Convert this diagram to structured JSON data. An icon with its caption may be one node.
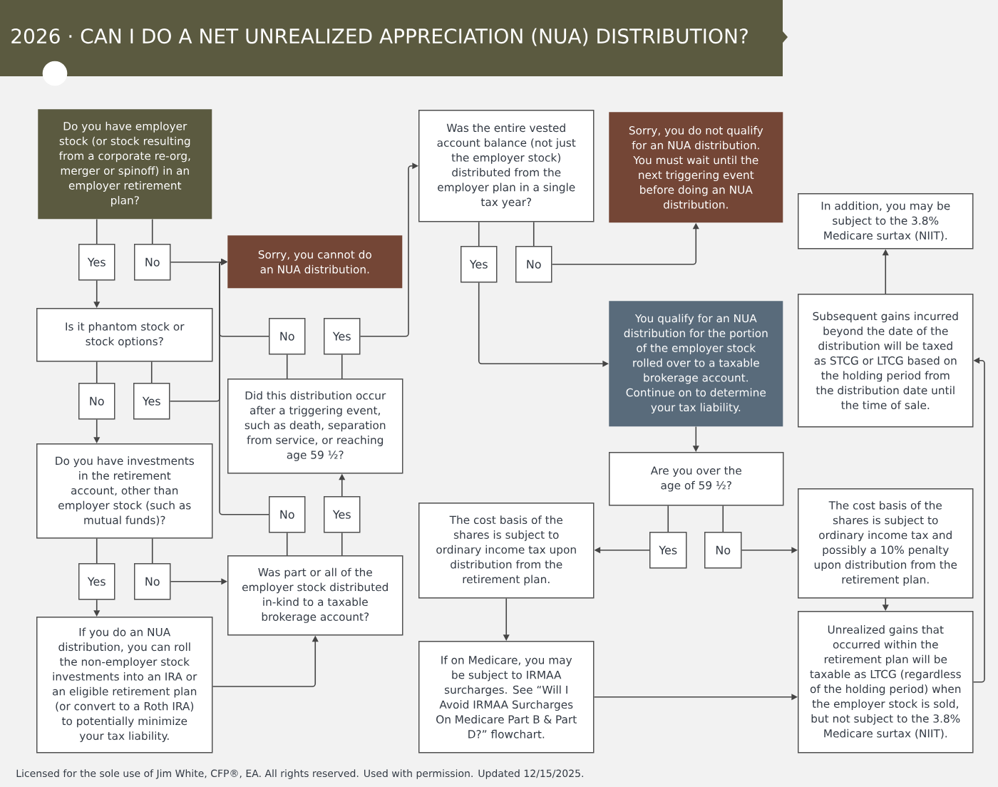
{
  "diagram": {
    "title": "2026 · CAN I DO A NET UNREALIZED APPRECIATION (NUA) DISTRIBUTION?",
    "nodes": [
      {
        "text": [
          "Do you have employer stock (or stock resulting from a corporate re-org, merger or spinoff) in an employer retirement plan?"
        ]
      },
      {
        "text": [
          "Yes"
        ]
      },
      {
        "text": [
          "No"
        ]
      },
      {
        "text": [
          "Is it phantom stock or stock options?"
        ]
      },
      {
        "text": [
          "No"
        ]
      },
      {
        "text": [
          "Yes"
        ]
      },
      {
        "text": [
          "Do you have investments in the retirement account, other than employer stock (such as mutual funds)?"
        ]
      },
      {
        "text": [
          "Yes"
        ]
      },
      {
        "text": [
          "No"
        ]
      },
      {
        "text": [
          "If you do an NUA distribution, you can roll the non-employer stock investments into an IRA or an eligible retirement plan (or convert to a Roth IRA) to potentially minimize your tax liability."
        ]
      },
      {
        "text": [
          "Sorry, you cannot do an NUA distribution."
        ]
      },
      {
        "text": [
          "No"
        ]
      },
      {
        "text": [
          "Yes"
        ]
      },
      {
        "text": [
          "Did this distribution occur after a triggering event, such as death, separation from service, or reaching age 59 ½?"
        ]
      },
      {
        "text": [
          "No"
        ]
      },
      {
        "text": [
          "Yes"
        ]
      },
      {
        "text": [
          "Was part or all of the employer stock distributed in-kind to a taxable brokerage account?"
        ]
      },
      {
        "text": [
          "Was the entire vested account balance (not just the employer stock) distributed from the employer plan in a single tax year?"
        ]
      },
      {
        "text": [
          "Yes"
        ]
      },
      {
        "text": [
          "No"
        ]
      },
      {
        "text": [
          "Sorry, you do not qualify for an NUA distribution. You must wait until the next triggering event before doing an NUA distribution."
        ]
      },
      {
        "text": [
          "You qualify for an NUA distribution for the portion of the employer stock rolled over to a taxable brokerage account. Continue on to determine your tax liability."
        ]
      },
      {
        "text": [
          "Are you over the age of 59 ½?"
        ]
      },
      {
        "text": [
          "Yes"
        ]
      },
      {
        "text": [
          "No"
        ]
      },
      {
        "text": [
          "The cost basis of the shares is subject to ordinary income tax upon distribution from the retirement plan."
        ]
      },
      {
        "text": [
          "If on Medicare, you may be subject to IRMAA surcharges. See “Will I Avoid IRMAA Surcharges On Medicare Part B & Part D?” flowchart."
        ]
      },
      {
        "text": [
          "The cost basis of the shares is subject to ordinary income tax and possibly a 10% penalty upon distribution from the retirement plan."
        ]
      },
      {
        "text": [
          "Unrealized gains that occurred within the retirement plan will be taxable as LTCG (regardless of the holding period) when the employer stock is sold, but not subject to the 3.8% Medicare surtax (NIIT)."
        ]
      },
      {
        "text": [
          "In addition, you may be subject to the 3.8% Medicare surtax (NIIT)."
        ]
      },
      {
        "text": [
          "Subsequent gains incurred beyond the date of the distribution will be taxed as STCG or LTCG based on the holding period from the distribution date until the time of sale."
        ]
      }
    ],
    "edges": [
      {
        "from": 0,
        "to": 1,
        "arrow": "none"
      },
      {
        "from": 0,
        "to": 2,
        "arrow": "none"
      },
      {
        "from": 1,
        "to": 3,
        "arrow": "to"
      },
      {
        "from": 2,
        "to": 10,
        "arrow": "to"
      },
      {
        "from": 3,
        "to": 4,
        "arrow": "none"
      },
      {
        "from": 3,
        "to": 5,
        "arrow": "none"
      },
      {
        "from": 4,
        "to": 6,
        "arrow": "to"
      },
      {
        "from": 5,
        "to": 10,
        "arrow": "to"
      },
      {
        "from": 6,
        "to": 7,
        "arrow": "none"
      },
      {
        "from": 6,
        "to": 8,
        "arrow": "none"
      },
      {
        "from": 7,
        "to": 9,
        "arrow": "to"
      },
      {
        "from": 8,
        "to": 16,
        "arrow": "to"
      },
      {
        "from": 9,
        "to": 16,
        "arrow": "to"
      },
      {
        "from": 16,
        "to": 14,
        "arrow": "none"
      },
      {
        "from": 16,
        "to": 15,
        "arrow": "none"
      },
      {
        "from": 14,
        "to": 10,
        "arrow": "to"
      },
      {
        "from": 15,
        "to": 13,
        "arrow": "to"
      },
      {
        "from": 13,
        "to": 11,
        "arrow": "none"
      },
      {
        "from": 13,
        "to": 12,
        "arrow": "none"
      },
      {
        "from": 11,
        "to": 10,
        "arrow": "to"
      },
      {
        "from": 12,
        "to": 17,
        "arrow": "to"
      },
      {
        "from": 17,
        "to": 18,
        "arrow": "none"
      },
      {
        "from": 17,
        "to": 19,
        "arrow": "none"
      },
      {
        "from": 18,
        "to": 21,
        "arrow": "to"
      },
      {
        "from": 19,
        "to": 20,
        "arrow": "to"
      },
      {
        "from": 21,
        "to": 22,
        "arrow": "to"
      },
      {
        "from": 22,
        "to": 23,
        "arrow": "none"
      },
      {
        "from": 22,
        "to": 24,
        "arrow": "none"
      },
      {
        "from": 23,
        "to": 25,
        "arrow": "to"
      },
      {
        "from": 24,
        "to": 27,
        "arrow": "to"
      },
      {
        "from": 25,
        "to": 26,
        "arrow": "to"
      },
      {
        "from": 26,
        "to": 28,
        "arrow": "to"
      },
      {
        "from": 27,
        "to": 28,
        "arrow": "to"
      },
      {
        "from": 28,
        "to": 30,
        "arrow": "to"
      },
      {
        "from": 30,
        "to": 29,
        "arrow": "to"
      }
    ],
    "labels": [
      "Licensed for the sole use of Jim White, CFP®, EA. All rights reserved. Used with permission. Updated 12/15/2025."
    ]
  }
}
